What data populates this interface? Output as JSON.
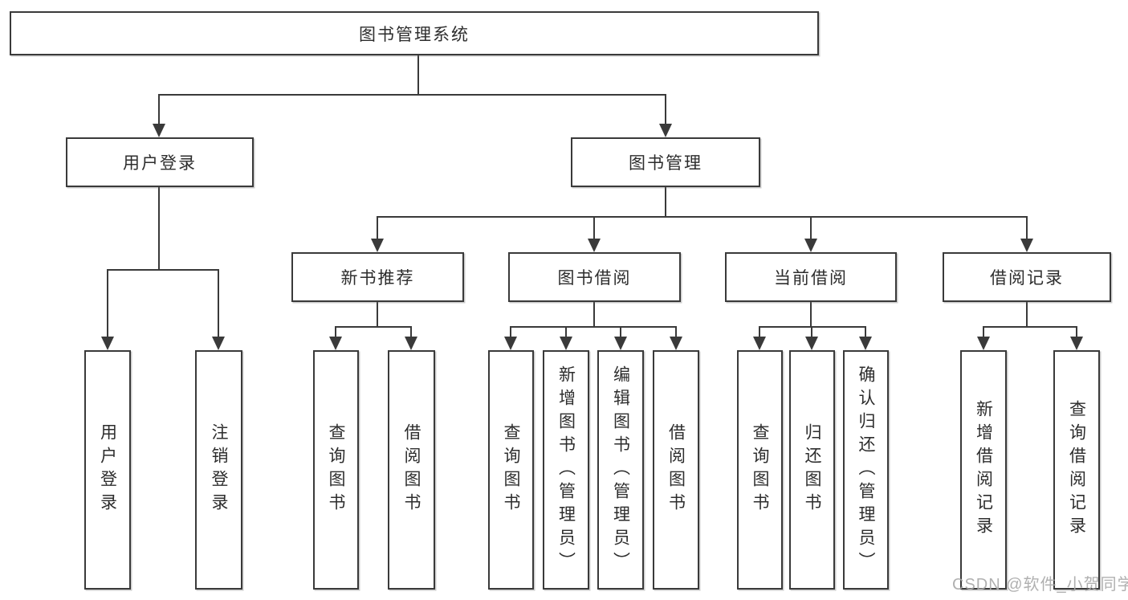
{
  "diagram": {
    "title": "图书管理系统",
    "watermark": "CSDN @软件_小贺同学",
    "colors": {
      "line": "#3a3a3a",
      "box_border": "#3a3a3a",
      "text": "#2d2d2d",
      "watermark": "#a8a8a8",
      "background": "#ffffff"
    },
    "tree": {
      "label": "图书管理系统",
      "children": [
        {
          "label": "用户登录",
          "children": [
            {
              "label": "用户登录"
            },
            {
              "label": "注销登录"
            }
          ]
        },
        {
          "label": "图书管理",
          "children": [
            {
              "label": "新书推荐",
              "children": [
                {
                  "label": "查询图书"
                },
                {
                  "label": "借阅图书"
                }
              ]
            },
            {
              "label": "图书借阅",
              "children": [
                {
                  "label": "查询图书"
                },
                {
                  "label": "新增图书（管理员）"
                },
                {
                  "label": "编辑图书（管理员）"
                },
                {
                  "label": "借阅图书"
                }
              ]
            },
            {
              "label": "当前借阅",
              "children": [
                {
                  "label": "查询图书"
                },
                {
                  "label": "归还图书"
                },
                {
                  "label": "确认归还（管理员）"
                }
              ]
            },
            {
              "label": "借阅记录",
              "children": [
                {
                  "label": "新增借阅记录"
                },
                {
                  "label": "查询借阅记录"
                }
              ]
            }
          ]
        }
      ]
    }
  }
}
